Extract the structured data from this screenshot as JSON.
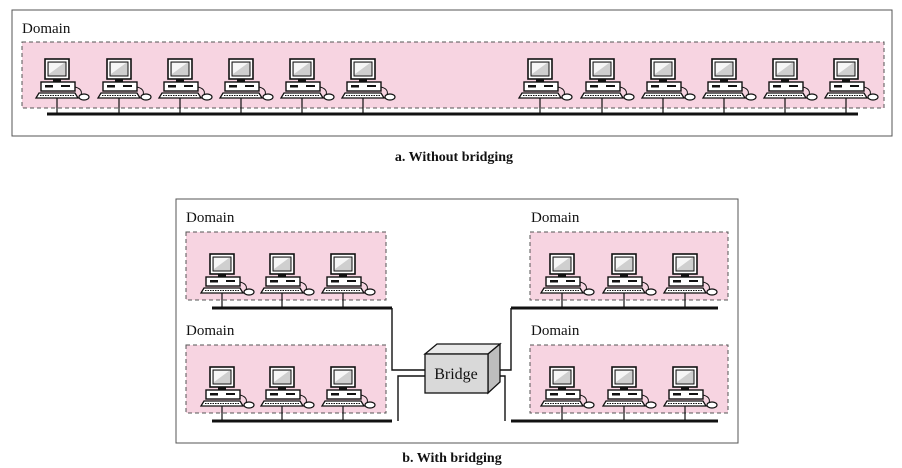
{
  "figure_a": {
    "domain_label": "Domain",
    "caption": "a. Without bridging",
    "computer_icon": "desktop-computer-icon"
  },
  "figure_b": {
    "domain_labels": [
      "Domain",
      "Domain",
      "Domain",
      "Domain"
    ],
    "bridge_label": "Bridge",
    "caption": "b. With bridging",
    "bridge_icon": "bridge-box-icon"
  },
  "colors": {
    "domain_fill": "#f7d4e1",
    "domain_border": "#555555",
    "line": "#111111"
  }
}
